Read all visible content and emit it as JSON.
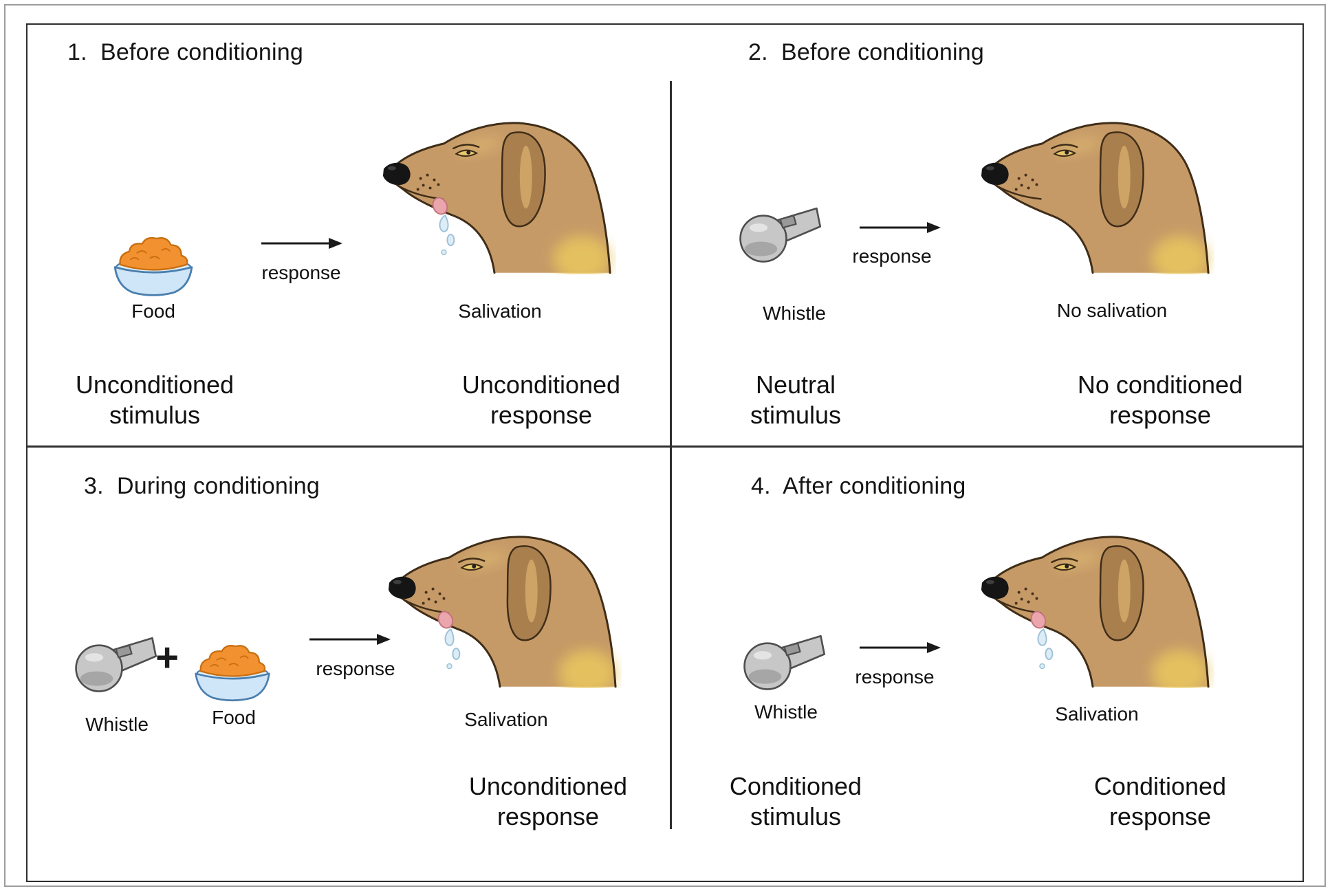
{
  "colors": {
    "ink": "#1a1a1a",
    "dog_body": "#c69a67",
    "dog_ear": "#aa7f4e",
    "dog_patch": "#e9c75f",
    "dog_eye": "#e9c86d",
    "dog_outline": "#3f2d18",
    "food_orange": "#f29130",
    "food_outline": "#c86f10",
    "bowl_fill": "#cfe5f8",
    "bowl_interior": "#dff0fc",
    "bowl_outline": "#4a7fae",
    "whistle_fill": "#c7c7c7",
    "whistle_shade": "#999999",
    "whistle_outline": "#4f4f4f"
  },
  "icons": {
    "food": "food-bowl-icon",
    "whistle": "whistle-icon",
    "dog": "dog-head-icon",
    "salivation": "drool-drops-icon",
    "arrow": "right-arrow-icon"
  },
  "panels": [
    {
      "title": "1.  Before conditioning",
      "stimulus": {
        "icon": "food",
        "label": "Food"
      },
      "arrow_label": "response",
      "dog": {
        "salivating": true,
        "label": "Salivation"
      },
      "stimulus_term": [
        "Unconditioned",
        "stimulus"
      ],
      "response_term": [
        "Unconditioned",
        "response"
      ]
    },
    {
      "title": "2.  Before conditioning",
      "stimulus": {
        "icon": "whistle",
        "label": "Whistle"
      },
      "arrow_label": "response",
      "dog": {
        "salivating": false,
        "label": "No salivation"
      },
      "stimulus_term": [
        "Neutral",
        "stimulus"
      ],
      "response_term": [
        "No conditioned",
        "response"
      ]
    },
    {
      "title": "3.  During conditioning",
      "stimulus": {
        "icon": "whistle",
        "label": "Whistle"
      },
      "plus": "+",
      "stimulus2": {
        "icon": "food",
        "label": "Food"
      },
      "arrow_label": "response",
      "dog": {
        "salivating": true,
        "label": "Salivation"
      },
      "response_term": [
        "Unconditioned",
        "response"
      ]
    },
    {
      "title": "4.  After conditioning",
      "stimulus": {
        "icon": "whistle",
        "label": "Whistle"
      },
      "arrow_label": "response",
      "dog": {
        "salivating": true,
        "label": "Salivation"
      },
      "stimulus_term": [
        "Conditioned",
        "stimulus"
      ],
      "response_term": [
        "Conditioned",
        "response"
      ]
    }
  ]
}
